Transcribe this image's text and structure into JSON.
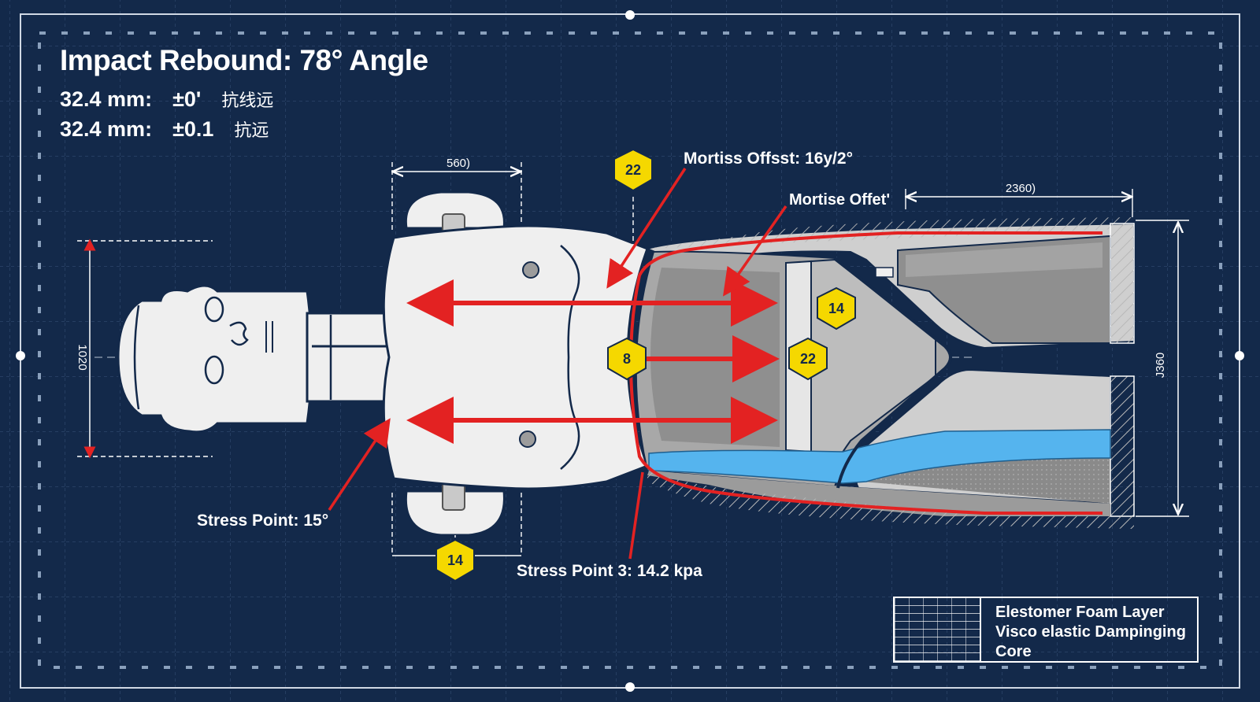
{
  "header": {
    "title": "Impact Rebound: 78° Angle",
    "spec1": {
      "value": "32.4 mm:",
      "tol": "±0'",
      "note": "抗线远"
    },
    "spec2": {
      "value": "32.4 mm:",
      "tol": "±0.1",
      "note": "抗远"
    }
  },
  "dimensions": {
    "shoulder_width": "560)",
    "pelvis_length": "2360)",
    "head_height": "1020",
    "leg_height": "J360"
  },
  "callouts": {
    "mortise_offset_1": "Mortiss Offsst: 16y/2°",
    "mortise_offset_2": "Mortise Offet'",
    "stress_point_1": "Stress Point:  15°",
    "stress_point_3": "Stress Point 3: 14.2 kpa"
  },
  "markers": [
    "22",
    "14",
    "8",
    "22",
    "14"
  ],
  "legend": {
    "line1": "Elestomer Foam Layer",
    "line2": "Visco elastic Dampinging",
    "line3": "Core"
  },
  "colors": {
    "background": "#13294a",
    "grid": "#3a5479",
    "body": "#efefef",
    "arrow": "#e32222",
    "marker": "#f5d800",
    "foam_blue": "#55b4ee",
    "core_gray": "#8e8e8e"
  }
}
